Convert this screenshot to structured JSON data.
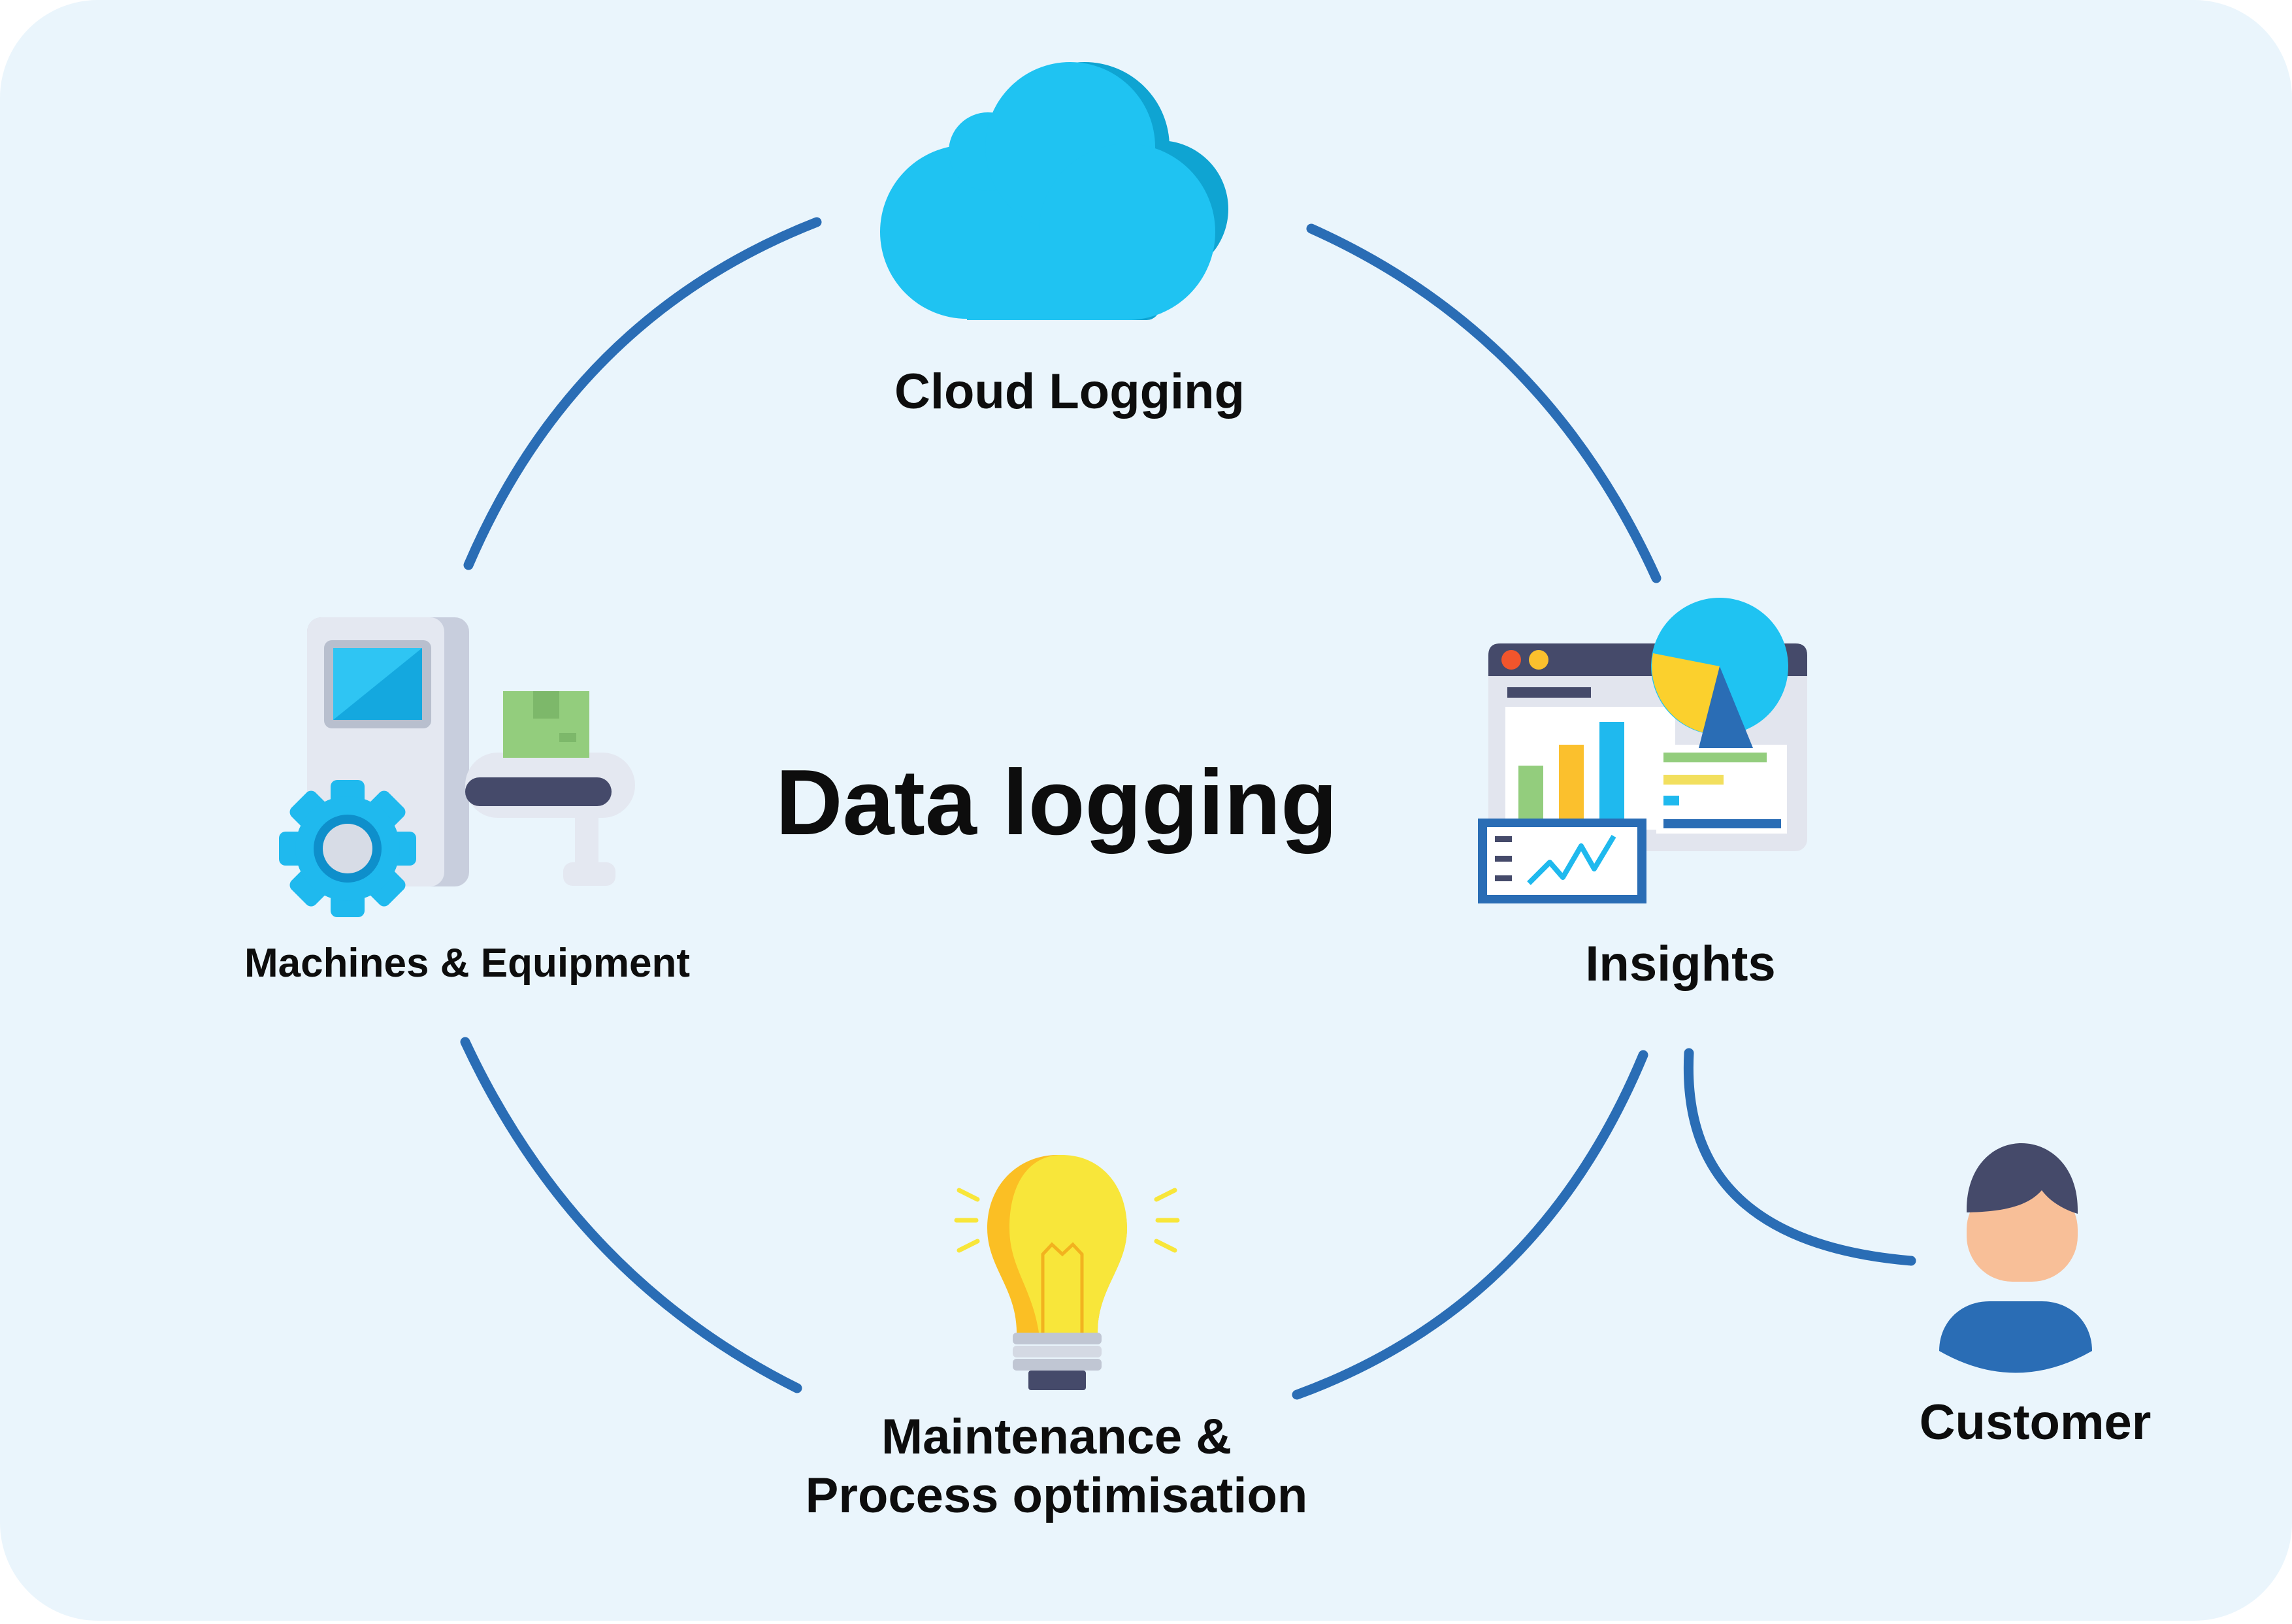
{
  "diagram": {
    "title": "Data logging",
    "nodes": {
      "cloud": {
        "label": "Cloud Logging",
        "icon": "cloud-icon"
      },
      "insights": {
        "label": "Insights",
        "icon": "analytics-dashboard-icon"
      },
      "maintenance": {
        "label_line1": "Maintenance &",
        "label_line2": "Process optimisation",
        "icon": "lightbulb-icon"
      },
      "machines": {
        "label": "Machines & Equipment",
        "icon": "conveyor-machine-icon"
      },
      "customer": {
        "label": "Customer",
        "icon": "customer-person-icon"
      }
    },
    "flows": [
      {
        "from": "machines",
        "to": "cloud"
      },
      {
        "from": "cloud",
        "to": "insights"
      },
      {
        "from": "insights",
        "to": "maintenance"
      },
      {
        "from": "maintenance",
        "to": "machines"
      },
      {
        "from": "insights",
        "to": "customer"
      }
    ],
    "colors": {
      "background": "#EAF5FC",
      "arrow": "#2A6DB5",
      "text": "#0D0D0D",
      "cloud_light": "#1FC3F2",
      "cloud_dark": "#0FA4D2",
      "bulb": "#F8E63A",
      "bulb_shade": "#FBBF24",
      "gear": "#1FB9EE",
      "box": "#93CD7D",
      "person_skin": "#F8BF98",
      "person_hair": "#454A6A",
      "person_body": "#2A6DB5"
    }
  }
}
